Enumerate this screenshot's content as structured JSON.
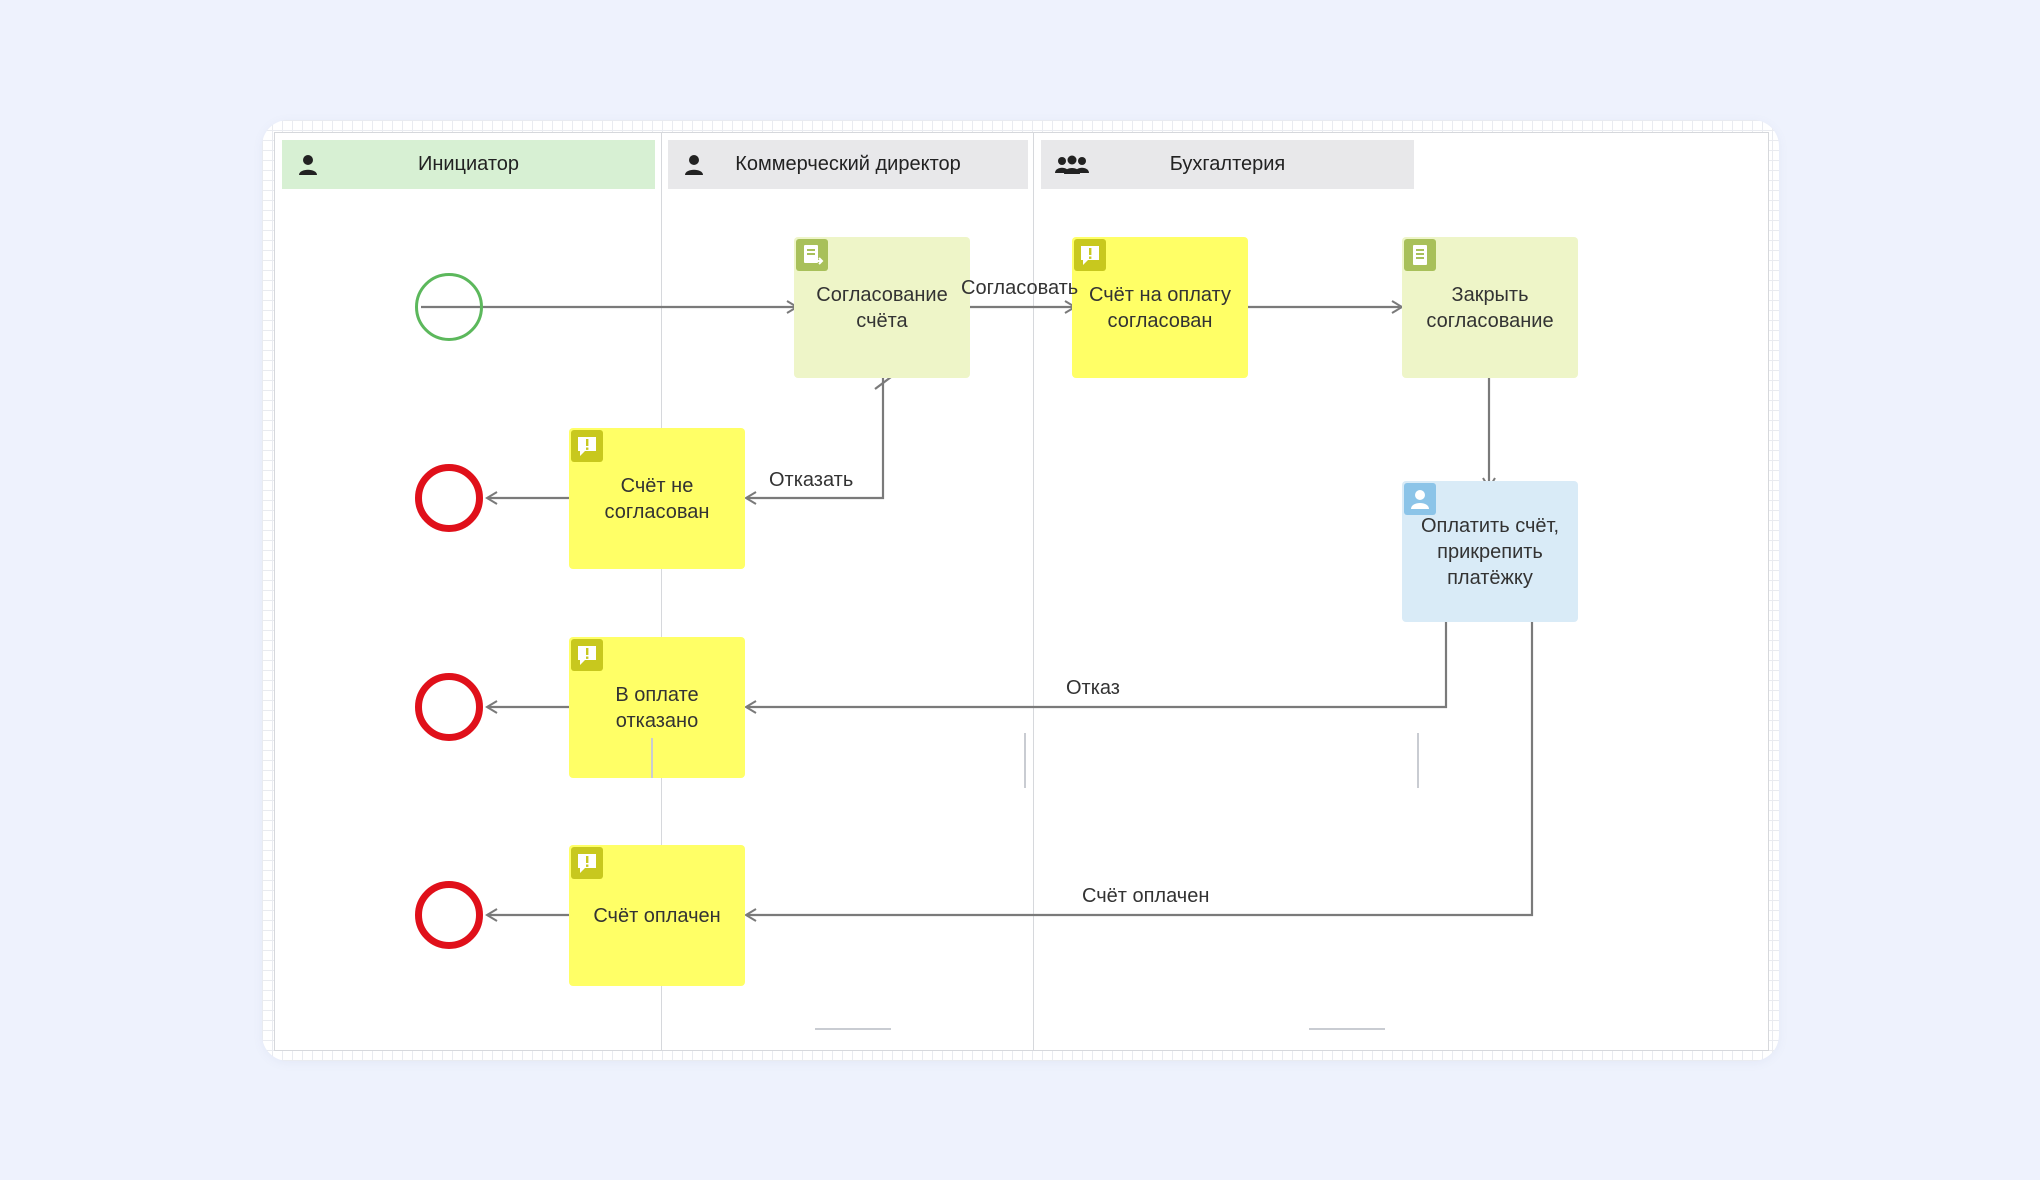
{
  "lanes": [
    {
      "title": "Инициатор",
      "icon": "user-icon",
      "header_color": "#d7f0d3"
    },
    {
      "title": "Коммерческий директор",
      "icon": "user-icon",
      "header_color": "#e8e8ea"
    },
    {
      "title": "Бухгалтерия",
      "icon": "group-icon",
      "header_color": "#e8e8ea"
    }
  ],
  "tasks": {
    "approval": {
      "label": "Согласование счёта",
      "icon": "approval-doc-icon"
    },
    "approved_notice": {
      "label": "Счёт на оплату согласован",
      "icon": "notification-icon"
    },
    "close_approval": {
      "label": "Закрыть согласование",
      "icon": "document-icon"
    },
    "pay_invoice": {
      "label": "Оплатить счёт, прикрепить платёжку",
      "icon": "user-task-icon"
    },
    "not_approved_notice": {
      "label": "Счёт не согласован",
      "icon": "notification-icon"
    },
    "payment_refused_notice": {
      "label": "В оплате отказано",
      "icon": "notification-icon"
    },
    "paid_notice": {
      "label": "Счёт оплачен",
      "icon": "notification-icon"
    }
  },
  "edges": {
    "approve": "Согласовать",
    "refuse": "Отказать",
    "refusal": "Отказ",
    "paid": "Счёт оплачен"
  },
  "colors": {
    "approval_task": "#eef5c8",
    "notification_task": "#ffff66",
    "user_task": "#d9ebf7",
    "start_event": "#5cb85c",
    "end_event": "#e0101a",
    "connector": "#7a7a7a",
    "notification_icon_bg": "#c8c81e",
    "approval_icon_bg": "#a8c05a",
    "user_icon_bg": "#8cc4e8"
  }
}
